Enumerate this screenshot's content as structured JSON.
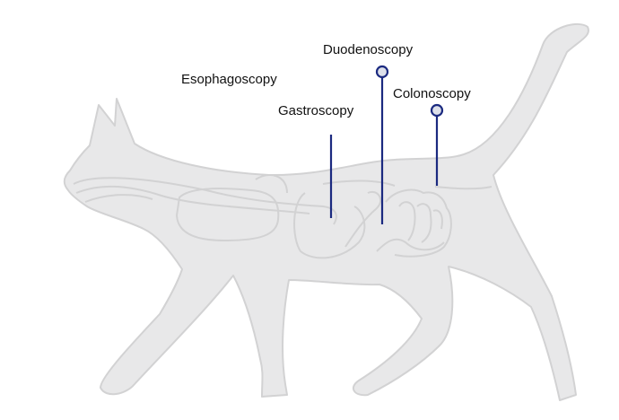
{
  "labels": {
    "esophagoscopy": "Esophagoscopy",
    "gastroscopy": "Gastroscopy",
    "duodenoscopy": "Duodenoscopy",
    "colonoscopy": "Colonoscopy"
  },
  "colors": {
    "body_fill": "#e8e8e9",
    "body_outline": "#d2d2d3",
    "pointer": "#1b2a80",
    "pointer_dot_fill": "#dde0ea"
  }
}
